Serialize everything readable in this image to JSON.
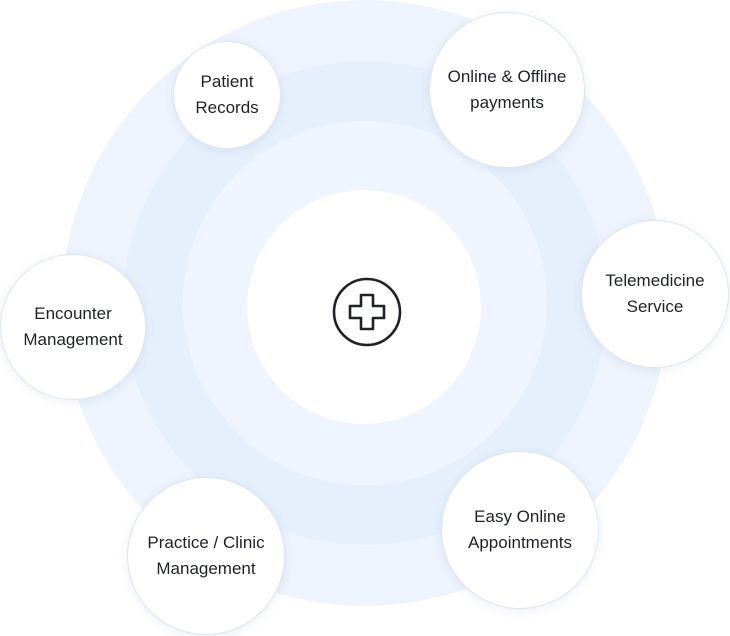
{
  "diagram": {
    "center_icon": "medical-cross-icon",
    "colors": {
      "outer_ring": "#edf4fd",
      "middle_ring": "#e6f0fc",
      "inner_ring": "#eef5fe",
      "hub": "#ffffff",
      "node_fill": "#ffffff",
      "text": "#1f2228"
    },
    "nodes": [
      {
        "label": "Patient\nRecords"
      },
      {
        "label": "Online & Offline\npayments"
      },
      {
        "label": "Telemedicine\nService"
      },
      {
        "label": "Encounter\nManagement"
      },
      {
        "label": "Practice / Clinic\nManagement"
      },
      {
        "label": "Easy Online\nAppointments"
      }
    ]
  }
}
